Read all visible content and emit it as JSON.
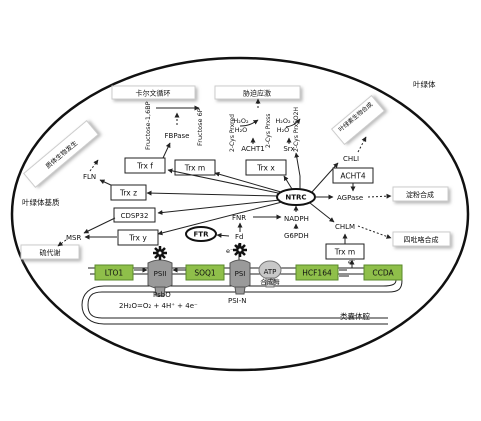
{
  "labels": {
    "chloroplast": "叶绿体",
    "chloroplast_matrix": "叶绿体基质",
    "thylakoid_lumen": "类囊体腔",
    "calvin_cycle": "卡尔文循环",
    "stress_response": "胁迫应激",
    "chlorophyll_synthesis": "叶绿素生物合成",
    "plastid_development": "质体生物发生",
    "starch_synthesis": "淀粉合成",
    "tetrapyrrole_synthesis": "四吡咯合成",
    "sulfur_metabolism": "硫代谢"
  },
  "nodes": {
    "fructose16bp": "Fructose-1,6BP",
    "fructose6p": "Fructose 6P",
    "fbpase": "FBPase",
    "trxf": "Trx f",
    "trxm1": "Trx m",
    "h2o2_a": "H₂O₂",
    "h2o_a": "H₂O",
    "h2o2_b": "H₂O₂",
    "h2o_b": "H₂O",
    "cys_prxred": "2-Cys Prxred",
    "cys_prxss": "2-Cys Prxss",
    "cys_prxso2h": "2-Cys PrxSO2H",
    "acht1": "ACHT1",
    "srx": "Srx",
    "trxx": "Trx x",
    "ntrc": "NTRC",
    "chli": "CHLI",
    "acht4": "ACHT4",
    "agpase": "AGPase",
    "chlm": "CHLM",
    "trxm2": "Trx m",
    "fln": "FLN",
    "trxz": "Trx z",
    "cdsp32": "CDSP32",
    "msr": "MSR",
    "trxy": "Trx y",
    "ftr": "FTR",
    "fnr": "FNR",
    "fd": "Fd",
    "e_minus": "e⁻",
    "nadph": "NADPH",
    "g6pdh": "G6PDH",
    "lto1": "LTO1",
    "psii": "PSII",
    "psbo": "PsbO",
    "soq1": "SOQ1",
    "psi": "PSI",
    "psin": "PSI-N",
    "atp": "ATP",
    "atp_synthase": "合成酶",
    "hcf164": "HCF164",
    "ccda": "CCDA",
    "e_minus2": "e⁻",
    "water_split": "2H₂O=O₂ + 4H⁺ + 4e⁻"
  },
  "colors": {
    "membrane_green": "#8fbf4a",
    "photosystem_gray": "#9a9a9a"
  }
}
